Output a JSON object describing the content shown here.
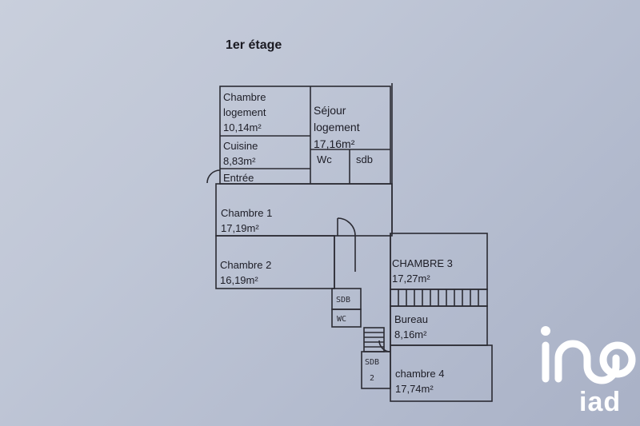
{
  "title": "1er étage",
  "rooms": {
    "chambre_logement": [
      "Chambre",
      "logement",
      "10,14m²"
    ],
    "sejour_logement": [
      "Séjour",
      "logement",
      "17,16m²"
    ],
    "cuisine": [
      "Cuisine",
      "8,83m²"
    ],
    "wc_top": "Wc",
    "sdb_top": "sdb",
    "entree": "Entrée",
    "chambre1": [
      "Chambre 1",
      "17,19m²"
    ],
    "chambre2": [
      "Chambre 2",
      "16,19m²"
    ],
    "chambre3": [
      "CHAMBRE 3",
      "17,27m²"
    ],
    "bureau": [
      "Bureau",
      "8,16m²"
    ],
    "chambre4": [
      "chambre 4",
      "17,74m²"
    ],
    "sdb_hand": "SDB",
    "wc_hand": "WC",
    "sdb2_hand": [
      "SDB",
      "2"
    ]
  },
  "logo": {
    "brand": "iad",
    "color": "#ffffff"
  }
}
